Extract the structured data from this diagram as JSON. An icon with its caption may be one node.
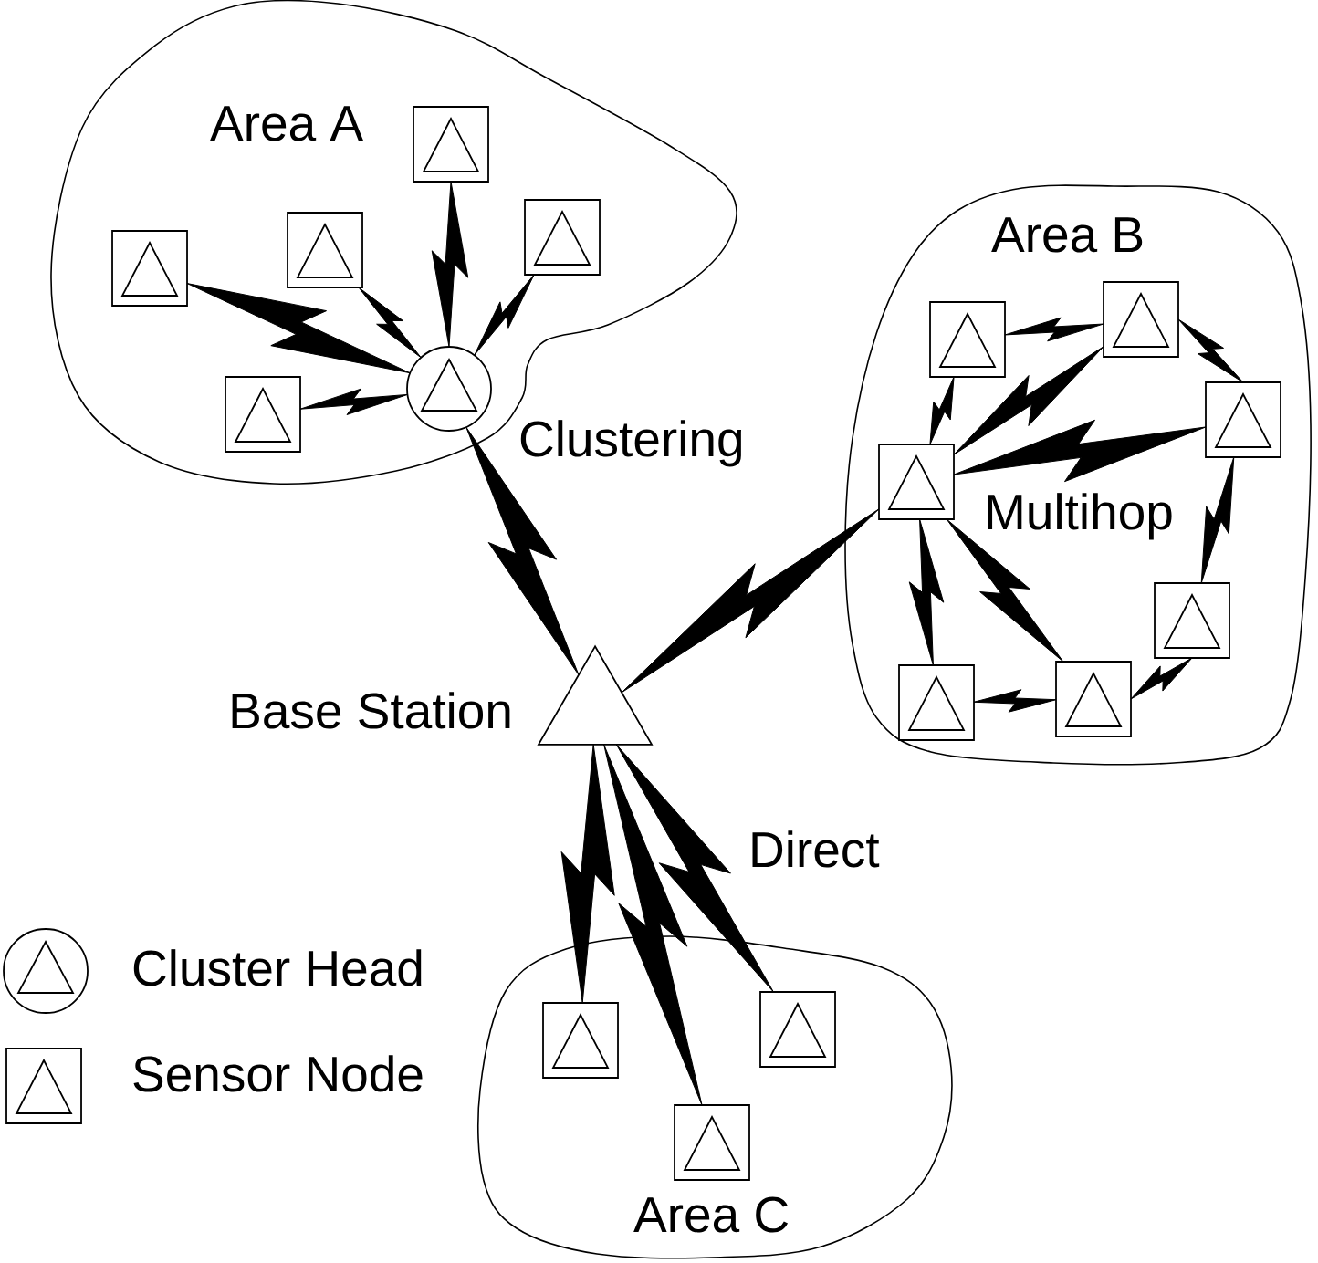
{
  "diagram": {
    "nodes": [
      {
        "text": [
          "Area A"
        ]
      },
      {
        "text": [],
        "shape": "box",
        "in": 0
      },
      {
        "text": [],
        "shape": "box",
        "in": 0
      },
      {
        "text": [],
        "shape": "box",
        "in": 0
      },
      {
        "text": [],
        "shape": "box",
        "in": 0
      },
      {
        "text": [],
        "shape": "circle",
        "in": 0
      },
      {
        "text": [],
        "shape": "box",
        "in": 0
      },
      {
        "text": [
          "Area B"
        ]
      },
      {
        "text": [],
        "shape": "box",
        "in": 7
      },
      {
        "text": [],
        "shape": "box",
        "in": 7
      },
      {
        "text": [],
        "shape": "box",
        "in": 7
      },
      {
        "text": [],
        "shape": "box",
        "in": 7
      },
      {
        "text": [],
        "shape": "box",
        "in": 7
      },
      {
        "text": [],
        "shape": "box",
        "in": 7
      },
      {
        "text": [],
        "shape": "box",
        "in": 7
      },
      {
        "text": [],
        "shape": "triangle",
        "beside": [
          "Base Station"
        ]
      },
      {
        "text": [
          "Area C"
        ]
      },
      {
        "text": [],
        "shape": "box",
        "in": 16
      },
      {
        "text": [],
        "shape": "box",
        "in": 16
      },
      {
        "text": [],
        "shape": "box",
        "in": 16
      }
    ],
    "edges": [
      {
        "from": 1,
        "to": 5,
        "arrow": "none"
      },
      {
        "from": 2,
        "to": 5,
        "arrow": "none"
      },
      {
        "from": 3,
        "to": 5,
        "arrow": "none"
      },
      {
        "from": 4,
        "to": 5,
        "arrow": "none"
      },
      {
        "from": 6,
        "to": 5,
        "arrow": "none"
      },
      {
        "from": 5,
        "to": 15,
        "arrow": "none"
      },
      {
        "from": 8,
        "to": 9,
        "arrow": "none"
      },
      {
        "from": 8,
        "to": 11,
        "arrow": "none"
      },
      {
        "from": 9,
        "to": 11,
        "arrow": "none"
      },
      {
        "from": 9,
        "to": 10,
        "arrow": "none"
      },
      {
        "from": 10,
        "to": 11,
        "arrow": "none"
      },
      {
        "from": 10,
        "to": 12,
        "arrow": "none"
      },
      {
        "from": 12,
        "to": 14,
        "arrow": "none"
      },
      {
        "from": 14,
        "to": 11,
        "arrow": "none"
      },
      {
        "from": 13,
        "to": 14,
        "arrow": "none"
      },
      {
        "from": 13,
        "to": 11,
        "arrow": "none"
      },
      {
        "from": 11,
        "to": 15,
        "arrow": "none"
      },
      {
        "from": 17,
        "to": 15,
        "arrow": "none"
      },
      {
        "from": 19,
        "to": 15,
        "arrow": "none"
      },
      {
        "from": 18,
        "to": 15,
        "arrow": "none"
      }
    ],
    "labels": [
      "Clustering",
      "Multihop",
      "Direct"
    ],
    "legend": [
      {
        "text": "Cluster Head"
      },
      {
        "text": "Sensor Node"
      }
    ]
  }
}
